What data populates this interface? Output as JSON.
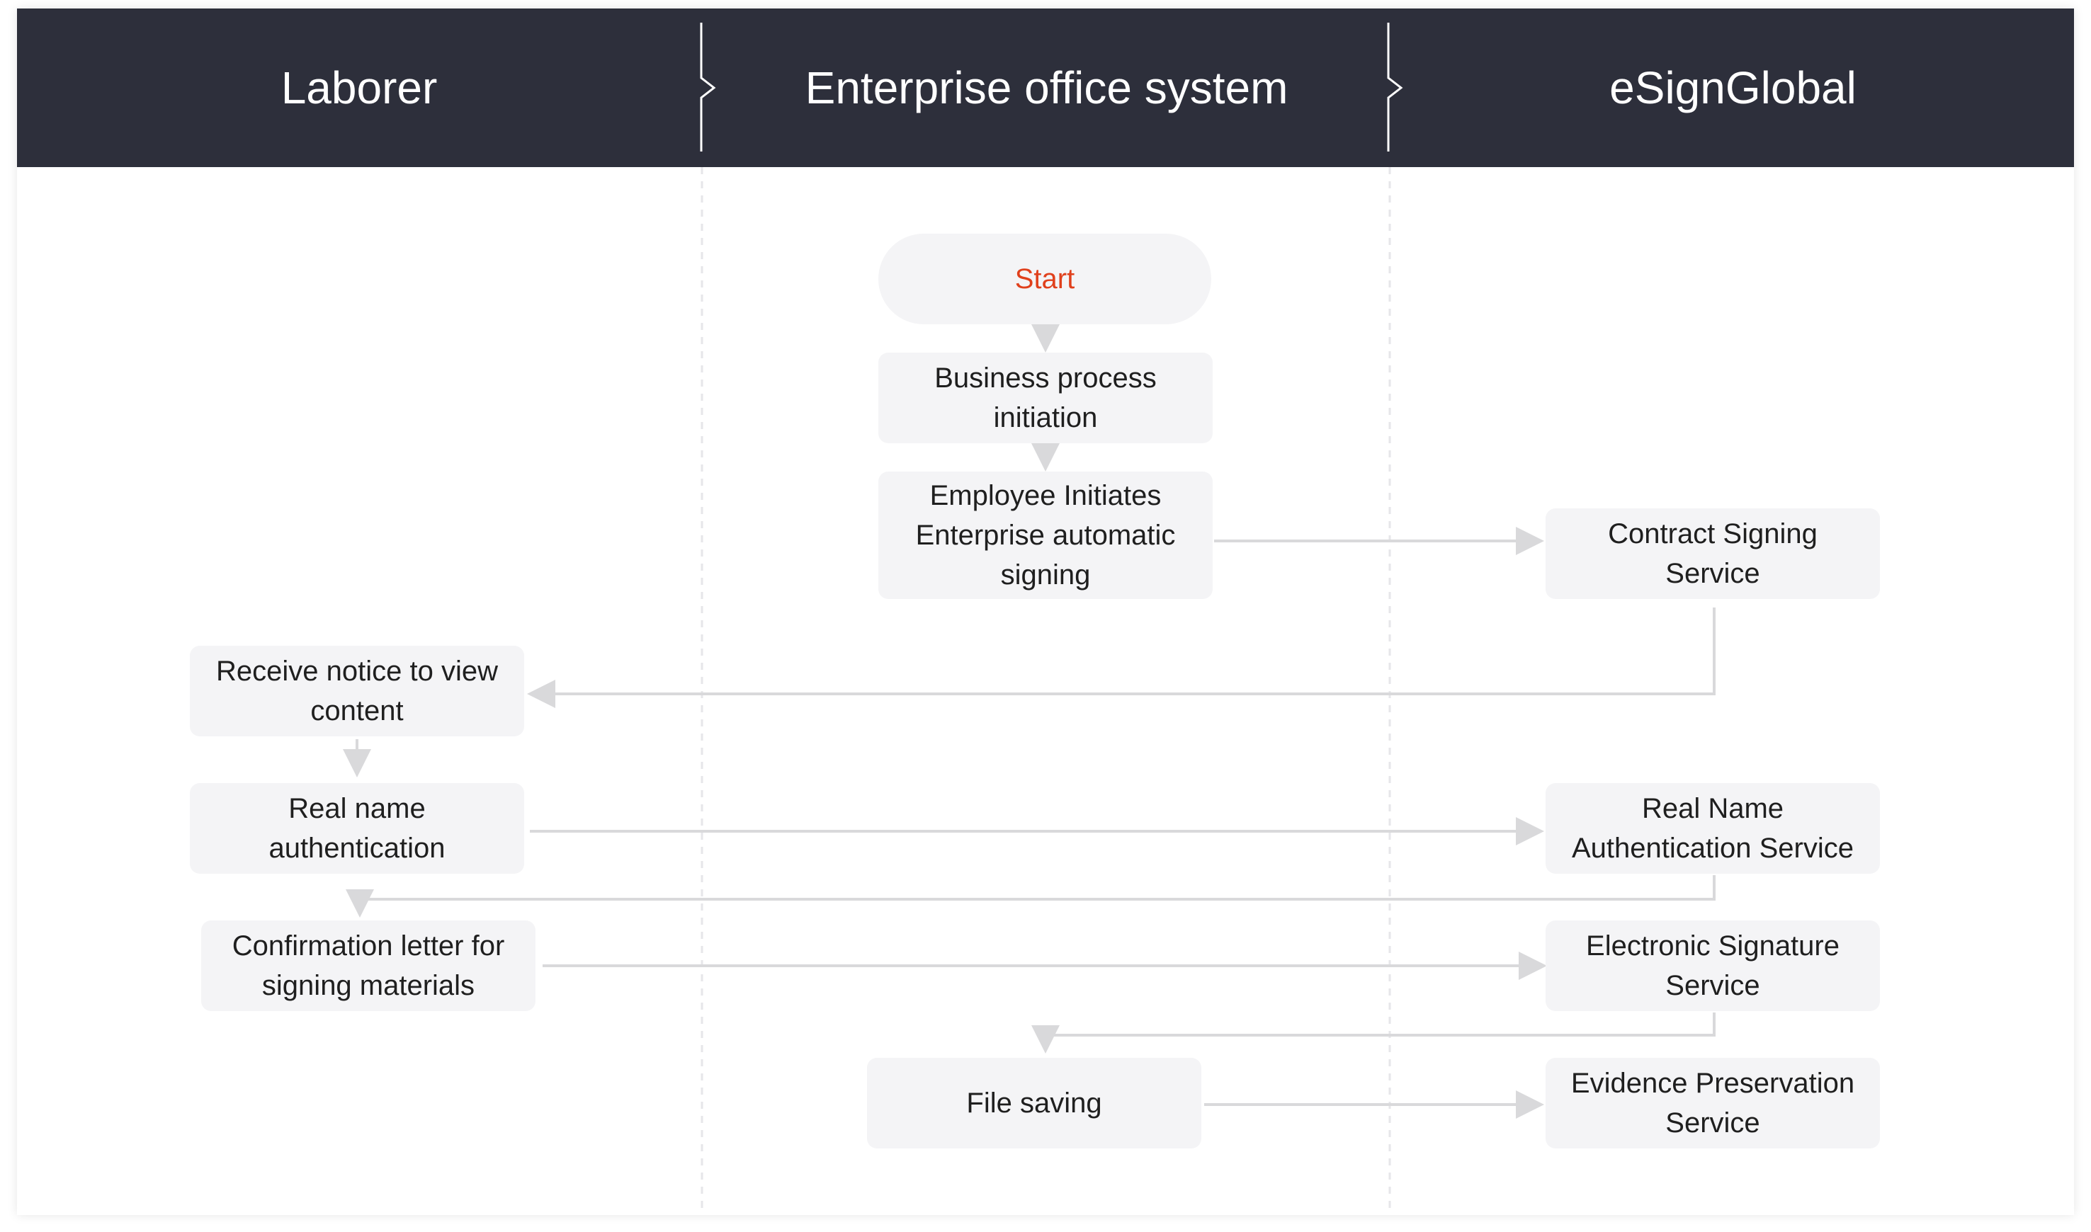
{
  "lanes": {
    "laborer": "Laborer",
    "enterprise": "Enterprise office system",
    "esign": "eSignGlobal"
  },
  "nodes": {
    "start": "Start",
    "business_process": "Business process initiation",
    "employee_initiates": "Employee Initiates Enterprise automatic signing",
    "contract_signing": "Contract Signing Service",
    "receive_notice": "Receive notice to view content",
    "real_name_auth": "Real name authentication",
    "real_name_service": "Real Name Authentication Service",
    "confirmation_letter": "Confirmation letter for signing materials",
    "electronic_signature": "Electronic Signature Service",
    "file_saving": "File saving",
    "evidence_preservation": "Evidence Preservation Service"
  },
  "colors": {
    "header_bg": "#2d2f3b",
    "header_text": "#ffffff",
    "node_bg": "#f4f4f6",
    "start_text": "#e0401c",
    "connector": "#d9d9db"
  }
}
